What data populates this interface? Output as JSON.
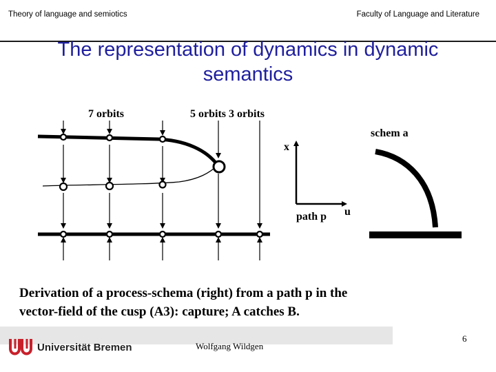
{
  "header": {
    "left": "Theory of language and semiotics",
    "right": "Faculty of Language and Literature"
  },
  "title": "The representation of dynamics in dynamic semantics",
  "diagram": {
    "orbit_label_7": "7   orbits",
    "orbit_label_5_3": "5   orbits   3   orbits",
    "axis_x": "x",
    "axis_u": "u",
    "path_label": "path   p",
    "schema_label": "schem a"
  },
  "caption": {
    "line1": "Derivation of a process-schema (right) from a path p in the",
    "line2": "vector-field of the cusp (A3): capture; A catches B."
  },
  "footer": {
    "university": "Universität Bremen",
    "author": "Wolfgang Wildgen",
    "page": "6"
  },
  "colors": {
    "title": "#1f1f9e",
    "logo_red": "#c8202b"
  }
}
